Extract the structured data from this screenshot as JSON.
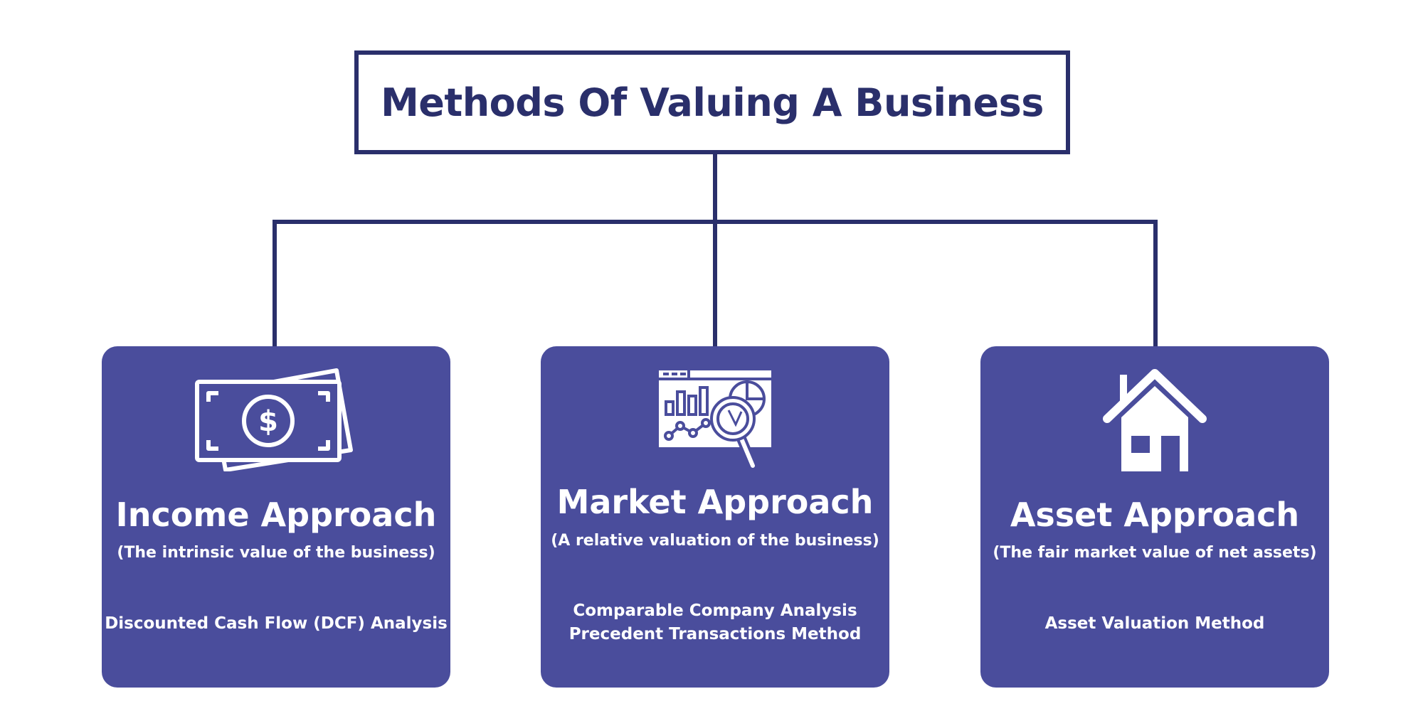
{
  "title": "Methods Of Valuing A Business",
  "colors": {
    "navy": "#2a2f6b",
    "card": "#4a4d9c",
    "text_on_card": "#ffffff"
  },
  "cards": [
    {
      "icon": "cash-icon",
      "heading": "Income Approach",
      "subheading": "(The intrinsic value of the business)",
      "methods": [
        "Discounted Cash Flow (DCF) Analysis"
      ]
    },
    {
      "icon": "market-analysis-icon",
      "heading": "Market Approach",
      "subheading": "(A relative valuation of the business)",
      "methods": [
        "Comparable Company Analysis",
        "Precedent Transactions Method"
      ]
    },
    {
      "icon": "house-icon",
      "heading": "Asset Approach",
      "subheading": "(The fair market value of net assets)",
      "methods": [
        "Asset Valuation Method"
      ]
    }
  ]
}
